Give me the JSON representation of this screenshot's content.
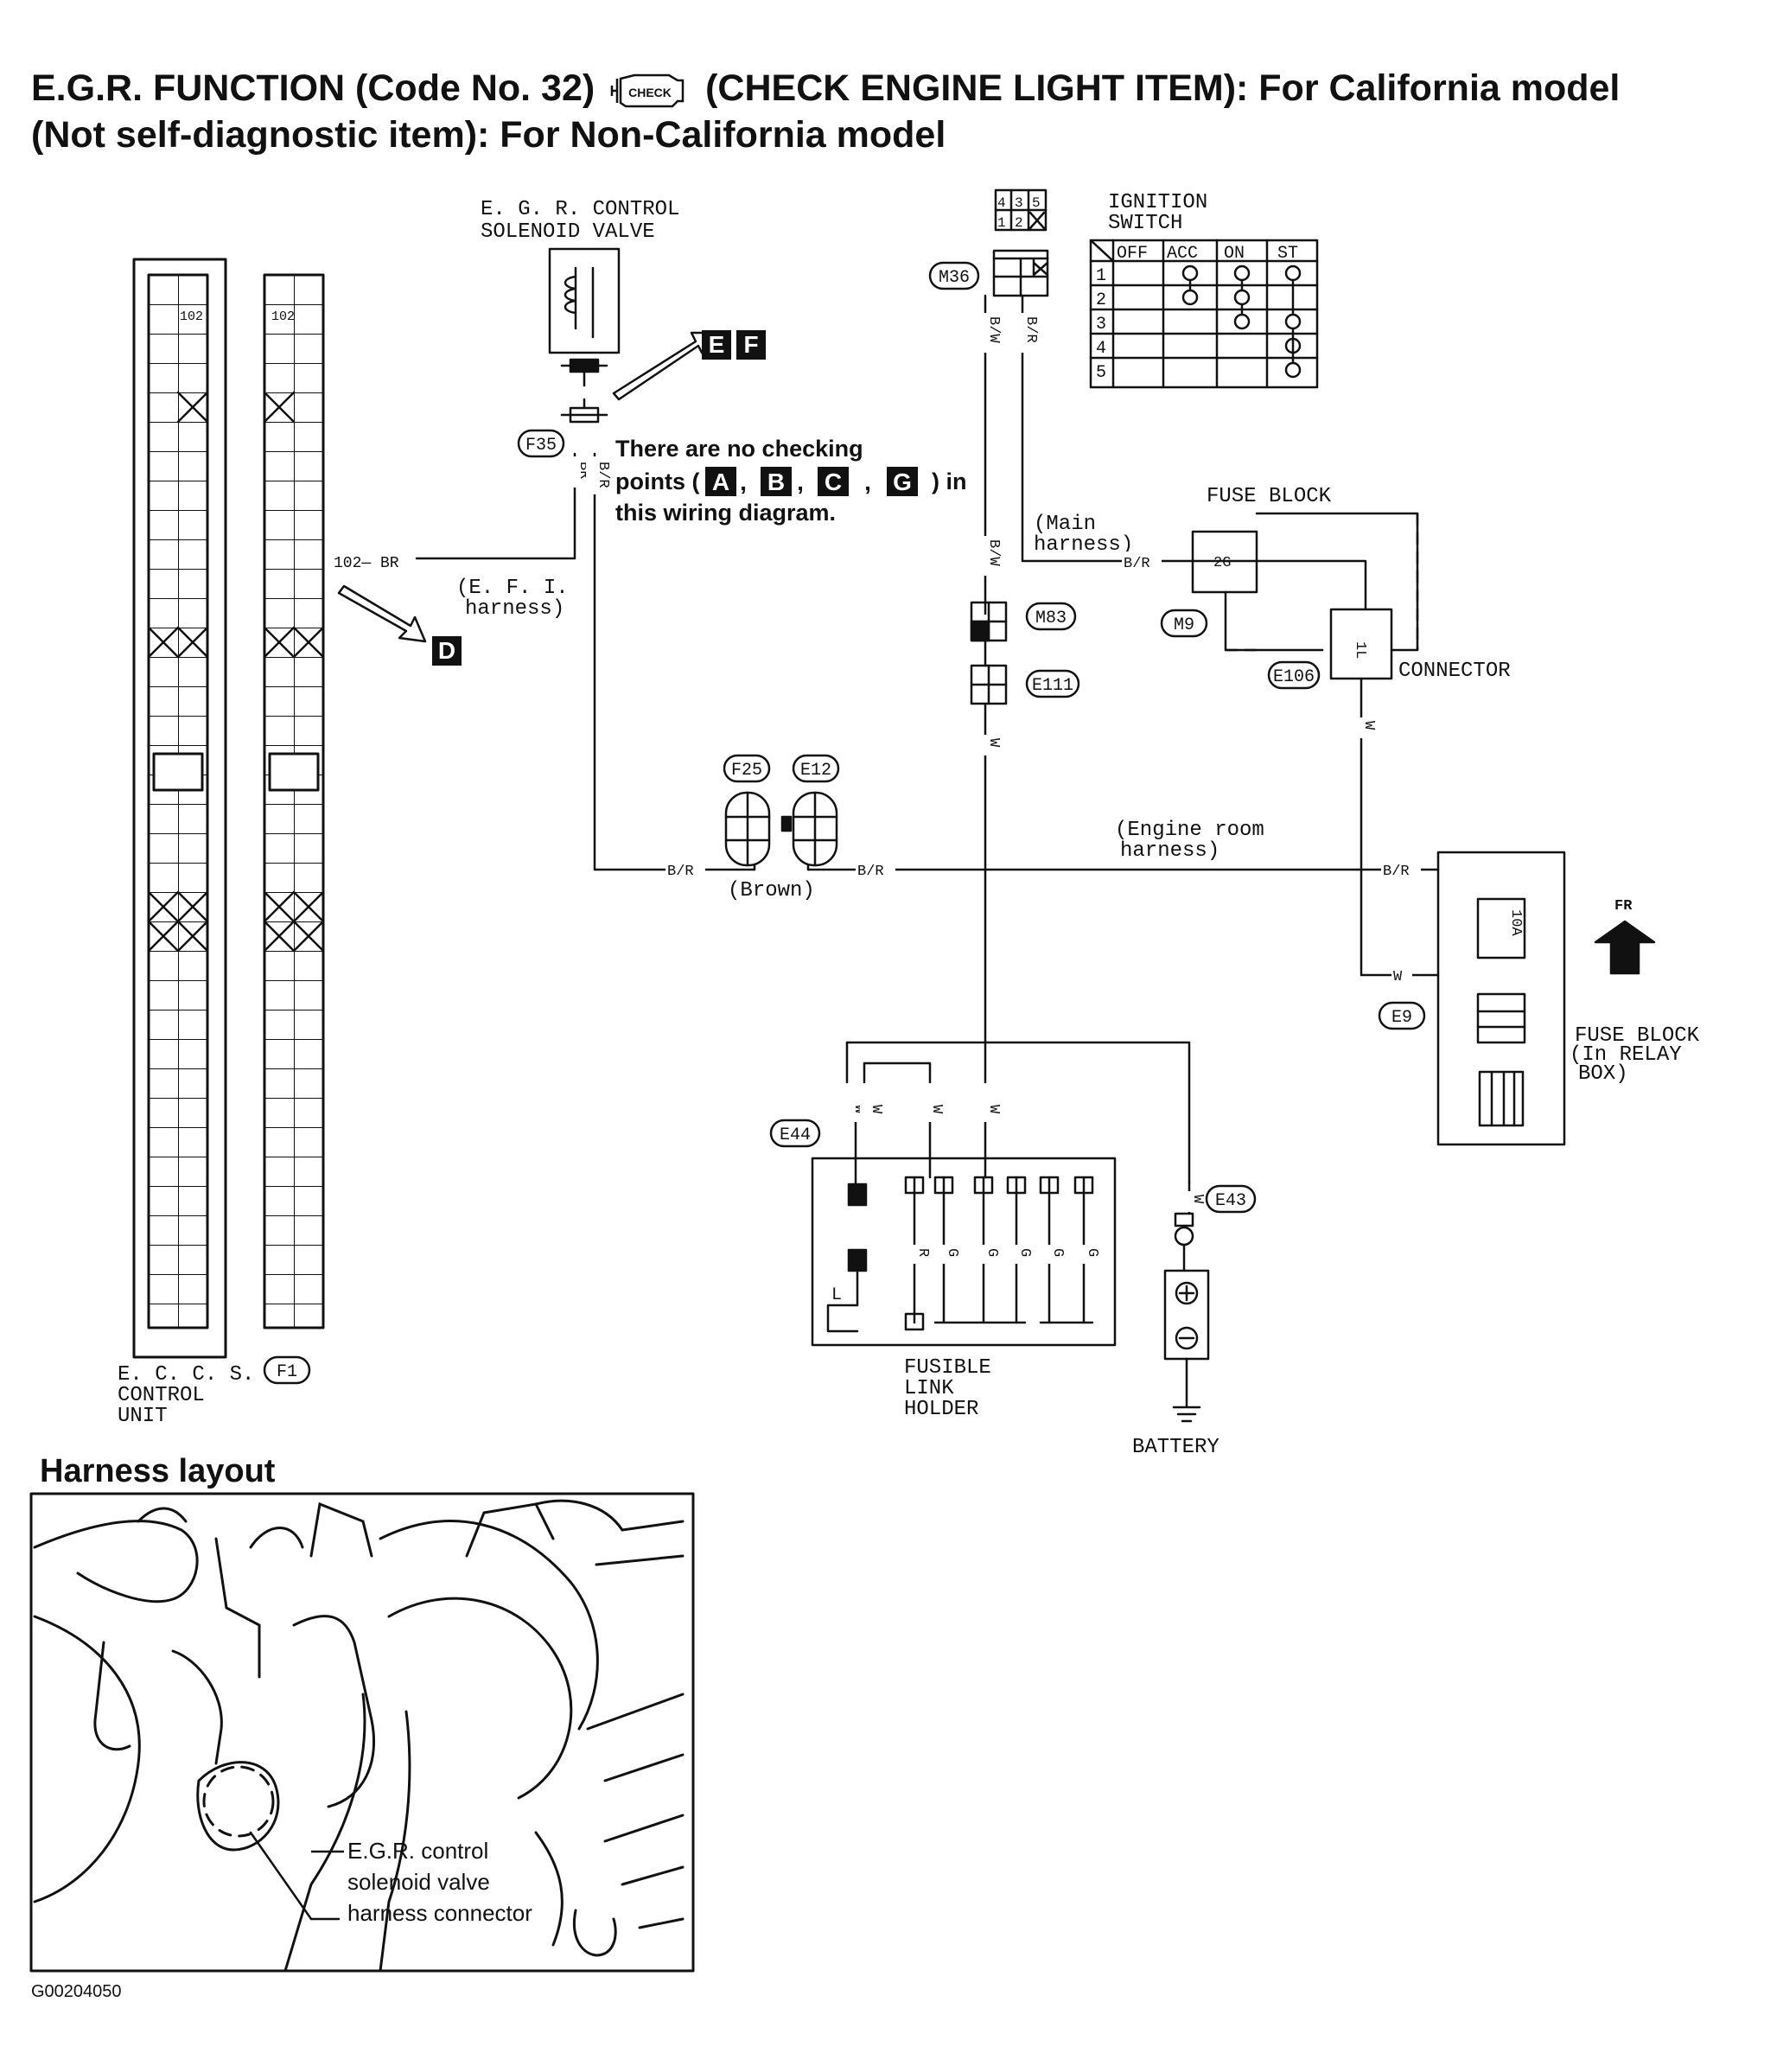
{
  "title": {
    "line1_a": "E.G.R.  FUNCTION  (Code No. 32)",
    "check_icon_text": "CHECK",
    "line1_b": "(CHECK  ENGINE  LIGHT  ITEM):  For California model",
    "line2": "(Not self-diagnostic item):  For Non-California model"
  },
  "labels": {
    "egr_valve_1": "E. G. R.  CONTROL",
    "egr_valve_2": "SOLENOID  VALVE",
    "ignition_1": "IGNITION",
    "ignition_2": "SWITCH",
    "fuse_block": "FUSE  BLOCK",
    "main_harness_1": "(Main",
    "main_harness_2": "harness)",
    "connector": "CONNECTOR",
    "efi_harness_1": "(E. F. I.",
    "efi_harness_2": "harness)",
    "engine_room_1": "(Engine  room",
    "engine_room_2": "harness)",
    "brown": "(Brown)",
    "relay_fuse_1": "FUSE  BLOCK",
    "relay_fuse_2": "(In  RELAY",
    "relay_fuse_3": "BOX)",
    "fusible_1": "FUSIBLE",
    "fusible_2": "LINK",
    "fusible_3": "HOLDER",
    "battery": "BATTERY",
    "eccs_1": "E. C. C. S.",
    "eccs_2": "CONTROL",
    "eccs_3": "UNIT",
    "fr": "FR",
    "fuse_10a": "10A",
    "term_102": "102",
    "pin_2g": "2G",
    "pin_1l": "1L",
    "term_102_wire": "102— BR",
    "ground_l": "L"
  },
  "note": {
    "line1": "There are no checking",
    "line2_pre": "points (",
    "line2_post": ") in",
    "line3": "this wiring diagram.",
    "points": [
      "A",
      "B",
      "C",
      "G"
    ]
  },
  "checkpoints": {
    "e": "E",
    "f": "F",
    "d": "D"
  },
  "connectors": {
    "f35": "F35",
    "m36": "M36",
    "m83": "M83",
    "e111": "E111",
    "m9": "M9",
    "e106": "E106",
    "f25": "F25",
    "e12": "E12",
    "e9": "E9",
    "e44": "E44",
    "e43": "E43",
    "f1": "F1"
  },
  "wires": {
    "br": "BR",
    "b_r": "B/R",
    "b_w": "B/W",
    "w": "W",
    "r": "R",
    "g": "G"
  },
  "ignition_table": {
    "headers": [
      "OFF",
      "ACC",
      "ON",
      "ST"
    ],
    "rows": [
      "1",
      "2",
      "3",
      "4",
      "5"
    ],
    "mini_pins_top": [
      "4",
      "3",
      "5"
    ],
    "mini_pins_bottom": [
      "1",
      "2"
    ]
  },
  "harness_layout": {
    "title": "Harness layout",
    "callout_1": "E.G.R. control",
    "callout_2": "solenoid valve",
    "callout_3": "harness connector"
  },
  "figure_id": "G00204050"
}
